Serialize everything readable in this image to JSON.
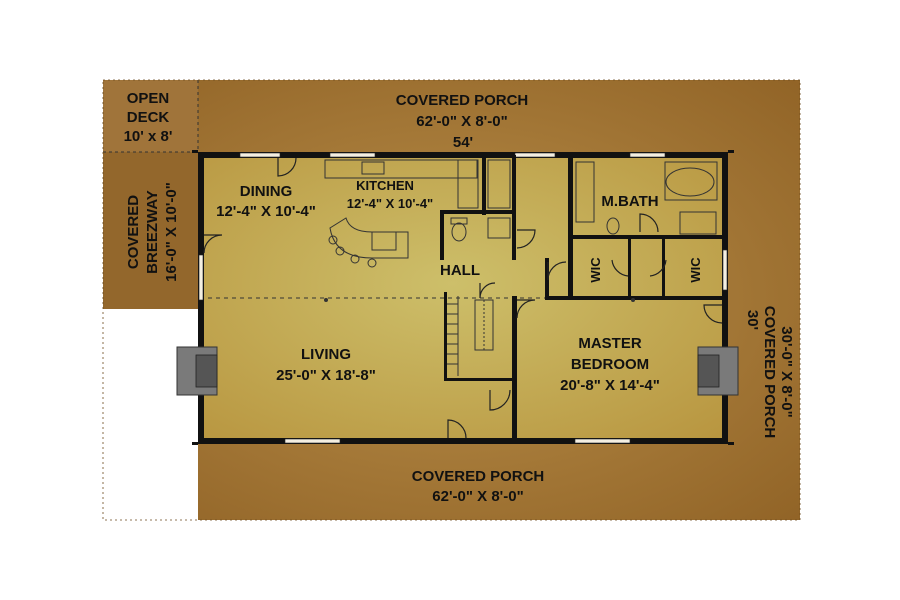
{
  "colors": {
    "porch": "#a67a3a",
    "porch_dark": "#8f6026",
    "interior_light": "#cdbf6a",
    "interior_mid": "#b8953f",
    "wall": "#111111",
    "fireplace": "#7a7a7a"
  },
  "rooms": {
    "open_deck": {
      "name": "OPEN",
      "name2": "DECK",
      "size": "10' x 8'"
    },
    "porch_top": {
      "name": "COVERED PORCH",
      "size": "62'-0\" X 8'-0\""
    },
    "porch_bottom": {
      "name": "COVERED PORCH",
      "size": "62'-0\" X 8'-0\""
    },
    "porch_right": {
      "name": "COVERED PORCH",
      "size": "30'-0\" X 8'-0\""
    },
    "breezeway": {
      "name": "COVERED",
      "name2": "BREEZWAY",
      "size": "16'-0\" X 10'-0\""
    },
    "dining": {
      "name": "DINING",
      "size": "12'-4\" X 10'-4\""
    },
    "kitchen": {
      "name": "KITCHEN",
      "size": "12'-4\" X 10'-4\""
    },
    "mbath": {
      "name": "M.BATH"
    },
    "hall": {
      "name": "HALL"
    },
    "wic_left": {
      "name": "WIC"
    },
    "wic_right": {
      "name": "WIC"
    },
    "living": {
      "name": "LIVING",
      "size": "25'-0\" X 18'-8\""
    },
    "master": {
      "name": "MASTER",
      "name2": "BEDROOM",
      "size": "20'-8\" X 14'-4\""
    }
  },
  "dimensions": {
    "width": "54'",
    "depth": "30'"
  }
}
